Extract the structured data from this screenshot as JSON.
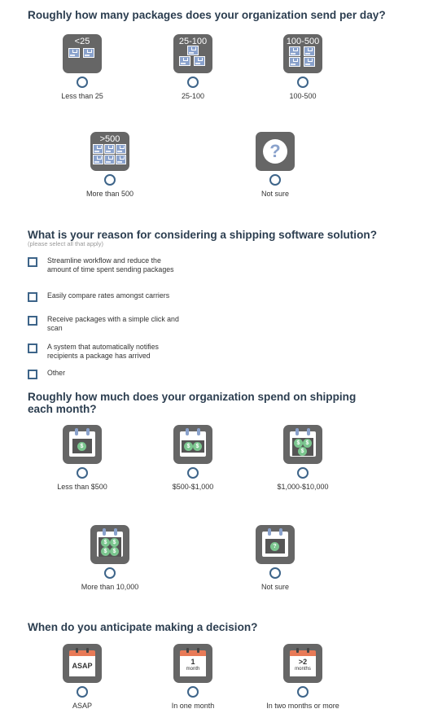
{
  "q1": {
    "title": "Roughly how many packages does your organization send per day?",
    "options": [
      {
        "tile": "<25",
        "label": "Less than 25"
      },
      {
        "tile": "25-100",
        "label": "25-100"
      },
      {
        "tile": "100-500",
        "label": "100-500"
      },
      {
        "tile": ">500",
        "label": "More than 500"
      },
      {
        "tile": "?",
        "label": "Not sure"
      }
    ]
  },
  "q2": {
    "title": "What is your reason for considering a shipping software solution?",
    "subtitle": "(please select all that apply)",
    "options": [
      "Streamline workflow and reduce the amount of time spent sending packages",
      "Easily compare rates amongst carriers",
      "Receive packages with a simple click and scan",
      "A system that automatically notifies recipients a package has arrived",
      "Other"
    ]
  },
  "q3": {
    "title": "Roughly how much does your organization spend on shipping each month?",
    "options": [
      {
        "label": "Less than $500"
      },
      {
        "label": "$500-$1,000"
      },
      {
        "label": "$1,000-$10,000"
      },
      {
        "label": "More than 10,000"
      },
      {
        "label": "Not sure"
      }
    ],
    "coin_symbol": "$",
    "unknown_symbol": "?"
  },
  "q4": {
    "title": "When do you anticipate making a decision?",
    "options": [
      {
        "tile_main": "ASAP",
        "tile_sub": "",
        "label": "ASAP"
      },
      {
        "tile_main": "1",
        "tile_sub": "month",
        "label": "In one month"
      },
      {
        "tile_main": ">2",
        "tile_sub": "months",
        "label": "In two months or more"
      }
    ]
  },
  "colors": {
    "title": "#2c3e50",
    "tile": "#666666",
    "control": "#3d6489",
    "box": "#8aa2cc",
    "coin": "#7bc68f",
    "calendar_top": "#e87a57"
  }
}
